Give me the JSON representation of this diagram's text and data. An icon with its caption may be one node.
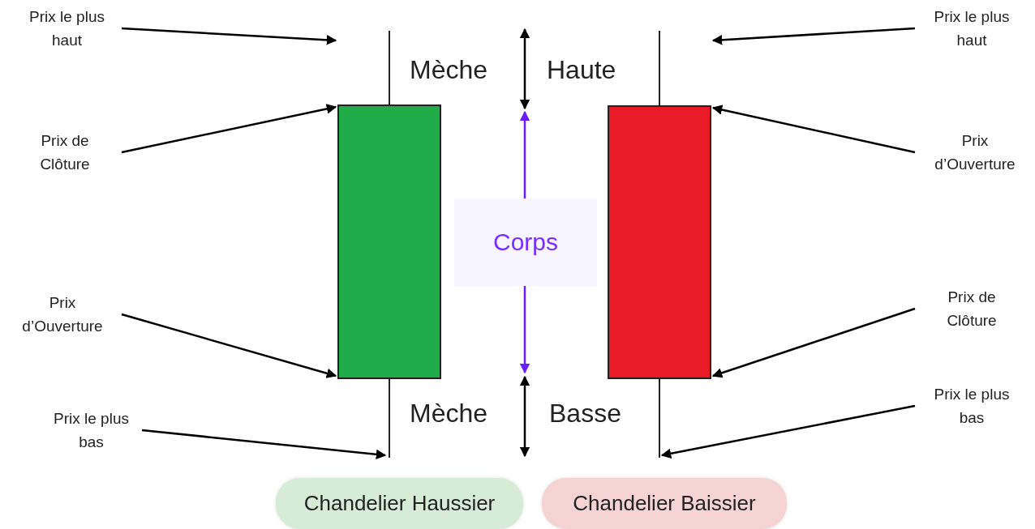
{
  "diagram": {
    "nodes": [
      {
        "text": [
          "Prix le plus haut"
        ]
      },
      {
        "text": [
          "Prix le plus haut"
        ]
      },
      {
        "text": [
          "Prix de Clôture"
        ]
      },
      {
        "text": [
          "Prix d’Ouverture"
        ]
      },
      {
        "text": [
          "Prix d’Ouverture"
        ]
      },
      {
        "text": [
          "Prix de Clôture"
        ]
      },
      {
        "text": [
          "Prix le plus bas"
        ]
      },
      {
        "text": [
          "Prix le plus bas"
        ]
      },
      {
        "text": [
          "Corps"
        ]
      },
      {
        "text": [
          "Chandelier Haussier"
        ]
      },
      {
        "text": [
          "Chandelier Baissier"
        ]
      },
      {
        "text": [],
        "shape": "bar"
      },
      {
        "text": [],
        "shape": "bar"
      }
    ],
    "edges": [
      {
        "from": 0,
        "to": 11,
        "arrow": "to"
      },
      {
        "from": 1,
        "to": 12,
        "arrow": "to"
      },
      {
        "from": 2,
        "to": 11,
        "arrow": "to"
      },
      {
        "from": 3,
        "to": 12,
        "arrow": "to"
      },
      {
        "from": 4,
        "to": 11,
        "arrow": "to"
      },
      {
        "from": 5,
        "to": 12,
        "arrow": "to"
      },
      {
        "from": 6,
        "to": 11,
        "arrow": "to"
      },
      {
        "from": 7,
        "to": 12,
        "arrow": "to"
      }
    ],
    "labels": [
      "Mèche",
      "Haute",
      "Mèche",
      "Basse"
    ]
  }
}
